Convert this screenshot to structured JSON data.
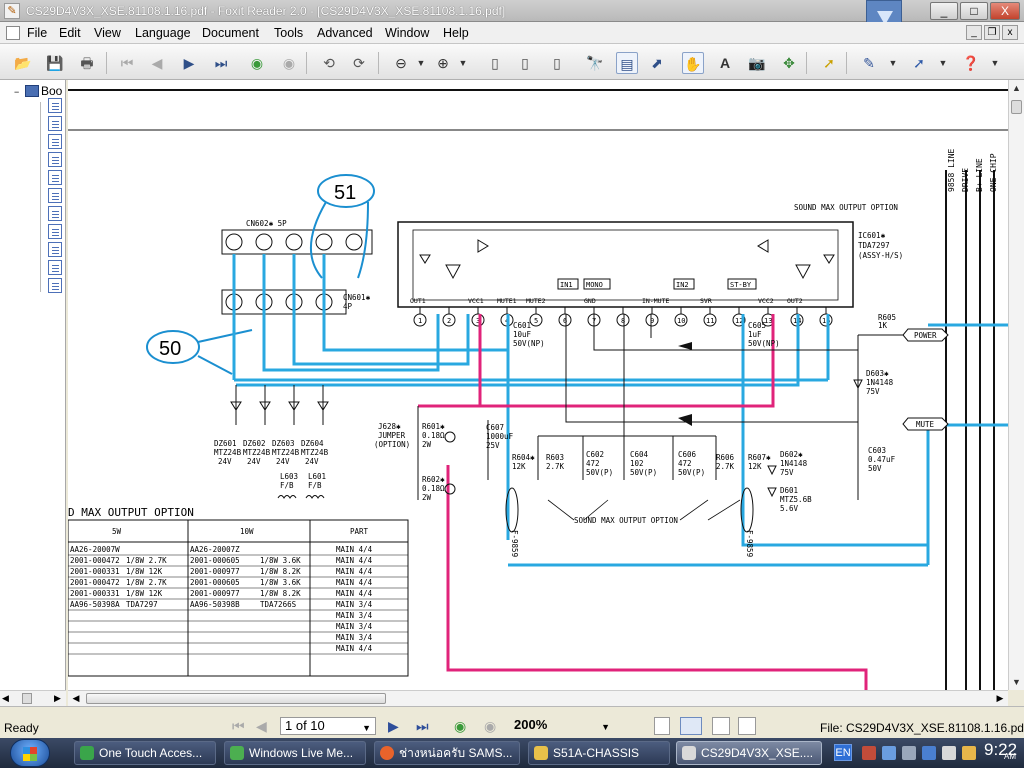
{
  "window": {
    "title": "CS29D4V3X_XSE.81108.1.16.pdf - Foxit Reader 2.0 - [CS29D4V3X_XSE.81108.1.16.pdf]",
    "min": "_",
    "max": "□",
    "close": "X"
  },
  "menu": {
    "items": [
      "File",
      "Edit",
      "View",
      "Language",
      "Document",
      "Tools",
      "Advanced",
      "Window",
      "Help"
    ],
    "mdi_min": "_",
    "mdi_restore": "❐",
    "mdi_close": "x"
  },
  "bookmarks": {
    "root_label": "Boo",
    "expander": "−",
    "leaf_count": 11
  },
  "schematic": {
    "callout_51": "51",
    "callout_50": "50",
    "cn602": "CN602✱ 5P",
    "cn601a": "CN601✱",
    "cn601b": "4P",
    "sound_max": "SOUND MAX OUTPUT OPTION",
    "ic_name": "IC601✱",
    "ic_part": "TDA7297",
    "ic_assy": "(ASSY-H/S)",
    "pins": [
      {
        "num": "1",
        "label": "OUT1"
      },
      {
        "num": "2",
        "label": ""
      },
      {
        "num": "3",
        "label": "VCC1"
      },
      {
        "num": "4",
        "label": "MUTE1"
      },
      {
        "num": "5",
        "label": "MUTE2"
      },
      {
        "num": "6",
        "label": ""
      },
      {
        "num": "7",
        "label": "GND"
      },
      {
        "num": "8",
        "label": ""
      },
      {
        "num": "9",
        "label": "IN-MUTE"
      },
      {
        "num": "10",
        "label": ""
      },
      {
        "num": "11",
        "label": "SVR"
      },
      {
        "num": "12",
        "label": ""
      },
      {
        "num": "13",
        "label": "VCC2"
      },
      {
        "num": "14",
        "label": "OUT2"
      },
      {
        "num": "15",
        "label": ""
      }
    ],
    "ic_blocks": [
      "IN1",
      "MONO",
      "IN2",
      "ST-BY"
    ],
    "r605": "R605",
    "r605v": "1K",
    "power": "POWER",
    "mute": "MUTE",
    "d603a": "D603✱",
    "d603b": "1N4148",
    "d603c": "75V",
    "c601": "C601",
    "c601v": "10uF",
    "c601r": "50V(NP)",
    "c605": "C605",
    "c605v": "1uF",
    "c605r": "50V(NP)",
    "j628": "J628✱",
    "j628b": "JUMPER",
    "j628c": "(OPTION)",
    "r601": "R601✱",
    "r601v": "0.18Ω",
    "r601w": "2W",
    "r602": "R602✱",
    "r602v": "0.18Ω",
    "r602w": "2W",
    "c607": "C607",
    "c607v": "1000uF",
    "c607r": "25V",
    "r604": "R604✱",
    "r604v": "12K",
    "r603": "R603",
    "r603v": "2.7K",
    "c602": "C602",
    "c602v": "472",
    "c602r": "50V(P)",
    "c604": "C604",
    "c604v": "102",
    "c604r": "50V(P)",
    "c606": "C606",
    "c606v": "472",
    "c606r": "50V(P)",
    "r606": "R606",
    "r606v": "2.7K",
    "r607": "R607✱",
    "r607v": "12K",
    "d602": "D602✱",
    "d602v": "1N4148",
    "d602r": "75V",
    "d601": "D601",
    "d601v": "MTZ5.6B",
    "d601r": "5.6V",
    "c603": "C603",
    "c603v": "0.47uF",
    "c603r": "50V",
    "fbead": "F-9859",
    "sound_max_lower": "SOUND MAX OUTPUT OPTION",
    "zeners": [
      {
        "name": "DZ601",
        "part": "MTZ24B",
        "v": "24V"
      },
      {
        "name": "DZ602",
        "part": "MTZ24B",
        "v": "24V"
      },
      {
        "name": "DZ603",
        "part": "MTZ24B",
        "v": "24V"
      },
      {
        "name": "DZ604",
        "part": "MTZ24B",
        "v": "24V"
      }
    ],
    "l603": "L603",
    "l603v": "F/B",
    "l601": "L601",
    "l601v": "F/B",
    "right_labels": [
      "9858 LINE",
      "DRIVE",
      "B+ LINE",
      "ONE-CHIP"
    ],
    "table_title": "D MAX OUTPUT OPTION",
    "table_headers": [
      "5W",
      "10W",
      "PART"
    ],
    "table_rows": [
      [
        "AA26-20007W",
        "",
        "AA26-20007Z",
        "",
        "MAIN 4/4"
      ],
      [
        "2001-000472",
        "1/8W 2.7K",
        "2001-000605",
        "1/8W 3.6K",
        "MAIN 4/4"
      ],
      [
        "2001-000331",
        "1/8W 12K",
        "2001-000977",
        "1/8W 8.2K",
        "MAIN 4/4"
      ],
      [
        "2001-000472",
        "1/8W 2.7K",
        "2001-000605",
        "1/8W 3.6K",
        "MAIN 4/4"
      ],
      [
        "2001-000331",
        "1/8W 12K",
        "2001-000977",
        "1/8W 8.2K",
        "MAIN 4/4"
      ],
      [
        "AA96-50398A",
        "TDA7297",
        "AA96-50398B",
        "TDA7266S",
        "MAIN 3/4"
      ],
      [
        "",
        "",
        "",
        "",
        "MAIN 3/4"
      ],
      [
        "",
        "",
        "",
        "",
        "MAIN 3/4"
      ],
      [
        "",
        "",
        "",
        "",
        "MAIN 3/4"
      ],
      [
        "",
        "",
        "",
        "",
        "MAIN 4/4"
      ]
    ]
  },
  "status": {
    "ready": "Ready",
    "page": "1 of 10",
    "zoom": "200%",
    "file": "File: CS29D4V3X_XSE.81108.1.16.pdf"
  },
  "taskbar": {
    "tasks": [
      {
        "label": "One Touch Acces...",
        "color": "#3aa54a"
      },
      {
        "label": "Windows Live Me...",
        "color": "#4caf50"
      },
      {
        "label": "ช่างหน่อครับ SAMS...",
        "color": "#e8632b"
      },
      {
        "label": "S51A-CHASSIS",
        "color": "#e8c04a"
      },
      {
        "label": "CS29D4V3X_XSE....",
        "color": "#d9d9d9"
      }
    ],
    "lang": "EN",
    "time": "9:22",
    "ampm": "AM"
  },
  "colors": {
    "signal_blue": "#29a8e0",
    "power_magenta": "#e0237a"
  }
}
